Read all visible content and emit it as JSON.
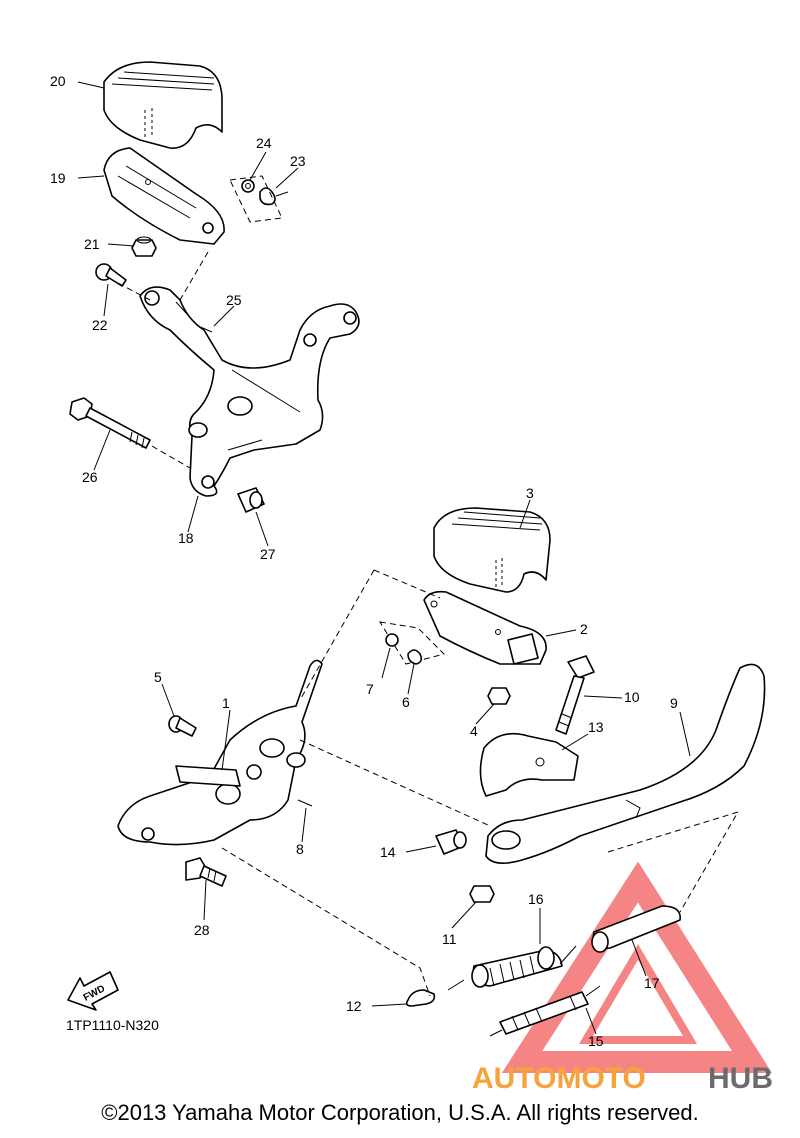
{
  "callouts": [
    {
      "num": "1"
    },
    {
      "num": "2"
    },
    {
      "num": "3"
    },
    {
      "num": "4"
    },
    {
      "num": "5"
    },
    {
      "num": "6"
    },
    {
      "num": "7"
    },
    {
      "num": "8"
    },
    {
      "num": "9"
    },
    {
      "num": "10"
    },
    {
      "num": "11"
    },
    {
      "num": "12"
    },
    {
      "num": "13"
    },
    {
      "num": "14"
    },
    {
      "num": "15"
    },
    {
      "num": "16"
    },
    {
      "num": "17"
    },
    {
      "num": "18"
    },
    {
      "num": "19"
    },
    {
      "num": "20"
    },
    {
      "num": "21"
    },
    {
      "num": "22"
    },
    {
      "num": "23"
    },
    {
      "num": "24"
    },
    {
      "num": "25"
    },
    {
      "num": "26"
    },
    {
      "num": "27"
    },
    {
      "num": "28"
    }
  ],
  "fwd_label": "FWD",
  "diagram_code": "1TP1110-N320",
  "watermark": {
    "text_a": "AUTOMOTO",
    "text_b": "HUB",
    "color_a": "#f6a33b",
    "color_b": "#6b6b6b",
    "triangle_color": "#f25c5c"
  },
  "copyright": "©2013 Yamaha Motor Corporation, U.S.A. All rights reserved."
}
